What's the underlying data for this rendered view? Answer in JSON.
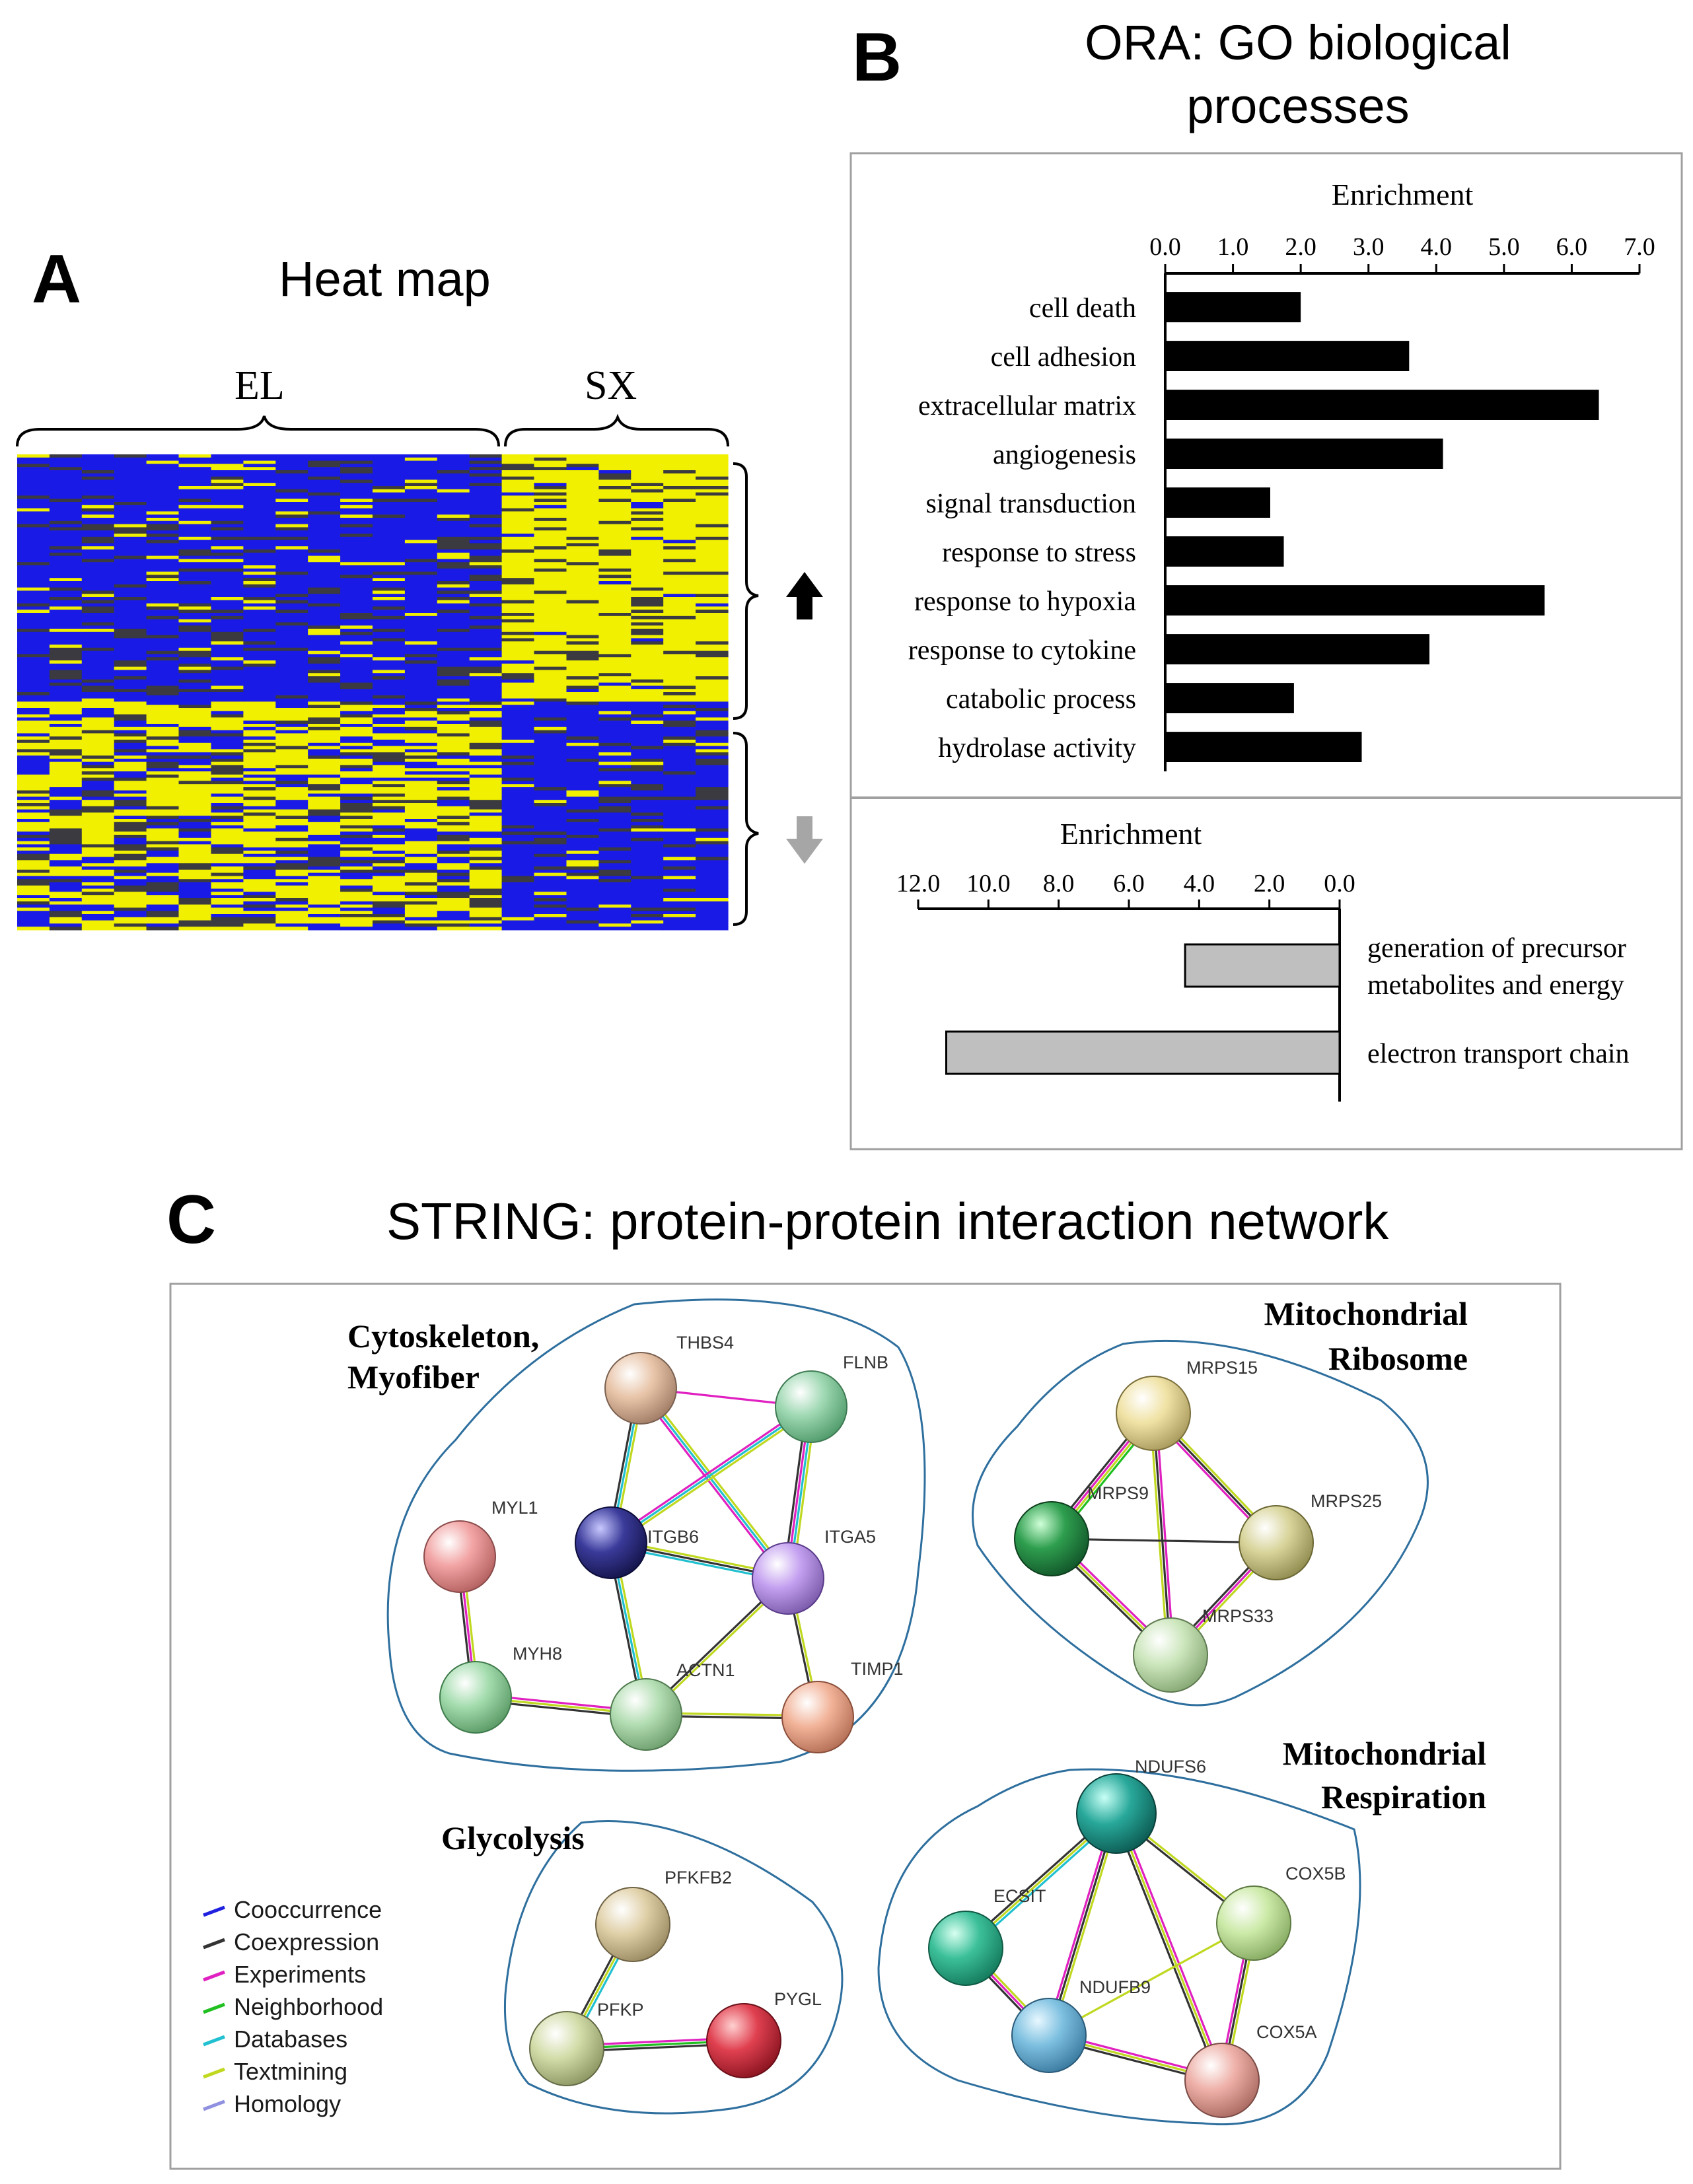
{
  "panel_a": {
    "letter": "A",
    "title": "Heat map",
    "group_el": "EL",
    "group_sx": "SX",
    "colors": {
      "low": "#1a1ae6",
      "high": "#f0f000",
      "mid": "#3a3a40"
    },
    "icons": {
      "up": "arrow-up-black-icon",
      "down": "arrow-down-gray-icon"
    }
  },
  "panel_b": {
    "letter": "B",
    "title_line1": "ORA: GO biological",
    "title_line2": "processes"
  },
  "chart_data": [
    {
      "type": "bar",
      "orientation": "horizontal",
      "xlabel": "Enrichment",
      "xlim": [
        0,
        7
      ],
      "ticks": [
        "0.0",
        "1.0",
        "2.0",
        "3.0",
        "4.0",
        "5.0",
        "6.0",
        "7.0"
      ],
      "categories": [
        "cell death",
        "cell adhesion",
        "extracellular matrix",
        "angiogenesis",
        "signal transduction",
        "response to stress",
        "response to hypoxia",
        "response to cytokine",
        "catabolic process",
        "hydrolase activity"
      ],
      "values": [
        2.0,
        3.6,
        6.4,
        4.1,
        1.55,
        1.75,
        5.6,
        3.9,
        1.9,
        2.9
      ],
      "color": "#000000"
    },
    {
      "type": "bar",
      "orientation": "horizontal",
      "reversed": true,
      "xlabel": "Enrichment",
      "xlim": [
        0,
        12
      ],
      "ticks": [
        "12.0",
        "10.0",
        "8.0",
        "6.0",
        "4.0",
        "2.0",
        "0.0"
      ],
      "categories": [
        [
          "generation of precursor",
          "metabolites and energy"
        ],
        [
          "electron transport chain"
        ]
      ],
      "values": [
        4.4,
        11.2
      ],
      "color": "#bfbfbf"
    }
  ],
  "panel_c": {
    "letter": "C",
    "title": "STRING: protein-protein interaction network",
    "clusters": {
      "cyto": [
        "Cytoskeleton,",
        "Myofiber"
      ],
      "ribo": [
        "Mitochondrial",
        "Ribosome"
      ],
      "resp": [
        "Mitochondrial",
        "Respiration"
      ],
      "glyc": [
        "Glycolysis"
      ]
    },
    "nodes": {
      "THBS4": "THBS4",
      "FLNB": "FLNB",
      "MYL1": "MYL1",
      "ITGB6": "ITGB6",
      "ITGA5": "ITGA5",
      "MYH8": "MYH8",
      "ACTN1": "ACTN1",
      "TIMP1": "TIMP1",
      "MRPS15": "MRPS15",
      "MRPS9": "MRPS9",
      "MRPS25": "MRPS25",
      "MRPS33": "MRPS33",
      "NDUFS6": "NDUFS6",
      "ECSIT": "ECSIT",
      "COX5B": "COX5B",
      "NDUFB9": "NDUFB9",
      "COX5A": "COX5A",
      "PFKFB2": "PFKFB2",
      "PFKP": "PFKP",
      "PYGL": "PYGL"
    },
    "legend": [
      {
        "label": "Cooccurrence",
        "color": "#2020e0"
      },
      {
        "label": "Coexpression",
        "color": "#333333"
      },
      {
        "label": "Experiments",
        "color": "#e020c0"
      },
      {
        "label": "Neighborhood",
        "color": "#20c020"
      },
      {
        "label": "Databases",
        "color": "#20c0d0"
      },
      {
        "label": "Textmining",
        "color": "#c0d820"
      },
      {
        "label": "Homology",
        "color": "#9090e0"
      }
    ]
  }
}
